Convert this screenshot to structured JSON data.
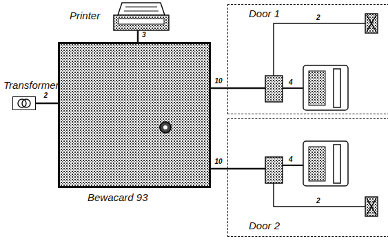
{
  "diagram": {
    "nodes": [
      {
        "text": [
          "Transformer"
        ]
      },
      {
        "text": [
          "Printer"
        ]
      },
      {
        "text": [
          "Bewacard 93"
        ]
      },
      {
        "text": [
          "Door 1"
        ]
      },
      {
        "text": [
          "Door 2"
        ]
      }
    ],
    "edges": [
      {
        "from": 0,
        "to": 2,
        "label": "2",
        "arrow": "none"
      },
      {
        "from": 1,
        "to": 2,
        "label": "3",
        "arrow": "none"
      },
      {
        "from": 2,
        "to": 3,
        "label": "10",
        "arrow": "none"
      },
      {
        "from": 2,
        "to": 4,
        "label": "10",
        "arrow": "none"
      }
    ],
    "labels": [
      "2",
      "4",
      "4",
      "2"
    ]
  }
}
